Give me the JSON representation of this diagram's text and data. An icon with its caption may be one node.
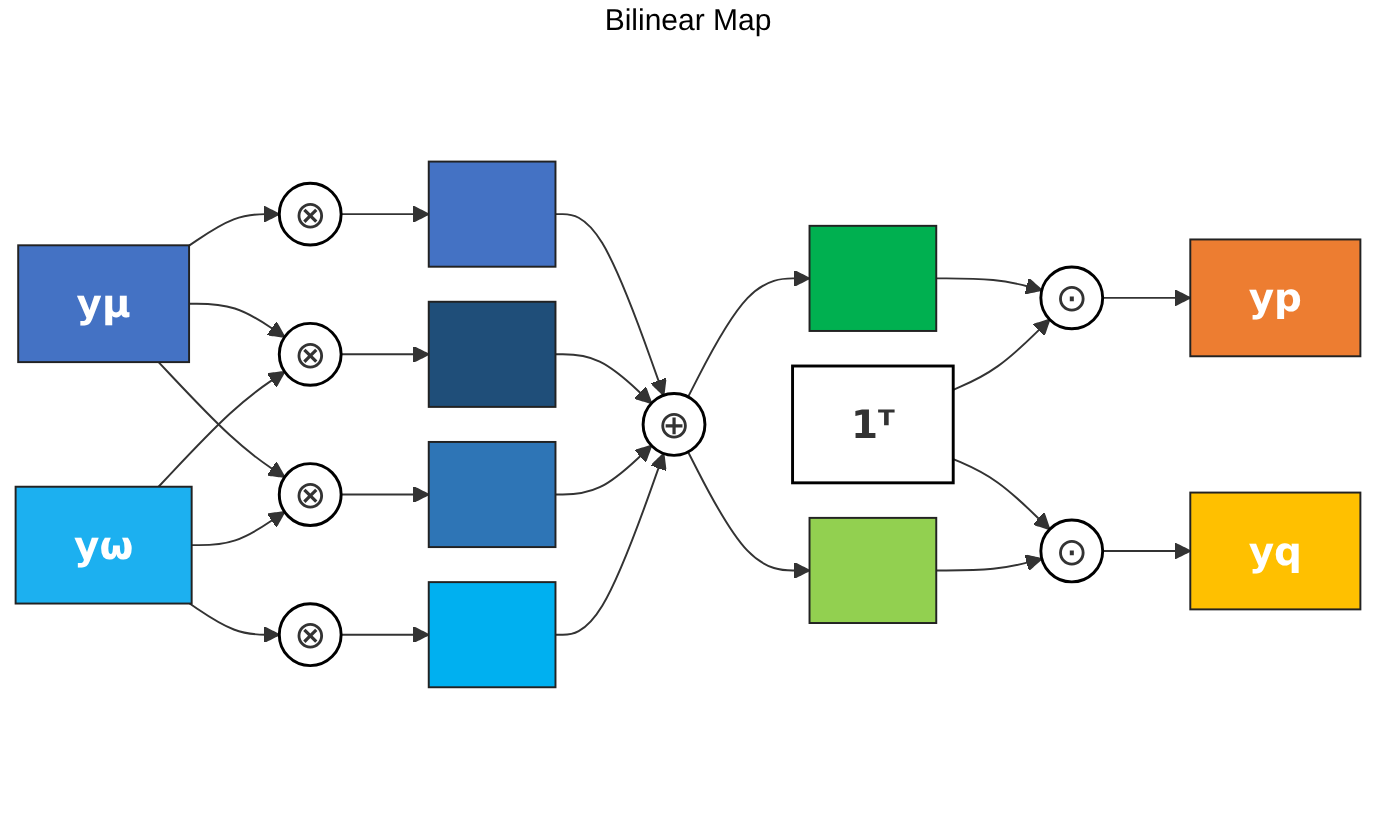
{
  "diagram": {
    "nodes": [
      {
        "text": [
          "yμ"
        ]
      },
      {
        "text": [
          "yω"
        ]
      },
      {
        "text": [
          "⊗"
        ]
      },
      {
        "text": [
          "⊗"
        ]
      },
      {
        "text": [
          "⊗"
        ]
      },
      {
        "text": [
          "⊗"
        ]
      },
      {
        "text": [],
        "shape": "box"
      },
      {
        "text": [],
        "shape": "box"
      },
      {
        "text": [],
        "shape": "box"
      },
      {
        "text": [],
        "shape": "box"
      },
      {
        "text": [
          "⊕"
        ]
      },
      {
        "text": [],
        "shape": "box"
      },
      {
        "text": [
          "1ᵀ"
        ]
      },
      {
        "text": [],
        "shape": "box"
      },
      {
        "text": [
          "⊙"
        ]
      },
      {
        "text": [
          "⊙"
        ]
      },
      {
        "text": [
          "yp"
        ]
      },
      {
        "text": [
          "yq"
        ]
      }
    ],
    "edges": [
      {
        "from": 0,
        "to": 2,
        "arrow": "to"
      },
      {
        "from": 0,
        "to": 3,
        "arrow": "to"
      },
      {
        "from": 0,
        "to": 4,
        "arrow": "to"
      },
      {
        "from": 1,
        "to": 3,
        "arrow": "to"
      },
      {
        "from": 1,
        "to": 4,
        "arrow": "to"
      },
      {
        "from": 1,
        "to": 5,
        "arrow": "to"
      },
      {
        "from": 2,
        "to": 6,
        "arrow": "to"
      },
      {
        "from": 3,
        "to": 7,
        "arrow": "to"
      },
      {
        "from": 4,
        "to": 8,
        "arrow": "to"
      },
      {
        "from": 5,
        "to": 9,
        "arrow": "to"
      },
      {
        "from": 6,
        "to": 10,
        "arrow": "to"
      },
      {
        "from": 7,
        "to": 10,
        "arrow": "to"
      },
      {
        "from": 8,
        "to": 10,
        "arrow": "to"
      },
      {
        "from": 9,
        "to": 10,
        "arrow": "to"
      },
      {
        "from": 10,
        "to": 11,
        "arrow": "to"
      },
      {
        "from": 10,
        "to": 13,
        "arrow": "to"
      },
      {
        "from": 11,
        "to": 14,
        "arrow": "to"
      },
      {
        "from": 12,
        "to": 14,
        "arrow": "to"
      },
      {
        "from": 12,
        "to": 15,
        "arrow": "to"
      },
      {
        "from": 13,
        "to": 15,
        "arrow": "to"
      },
      {
        "from": 14,
        "to": 16,
        "arrow": "to"
      },
      {
        "from": 15,
        "to": 17,
        "arrow": "to"
      }
    ],
    "labels": [
      "Bilinear Map"
    ]
  }
}
